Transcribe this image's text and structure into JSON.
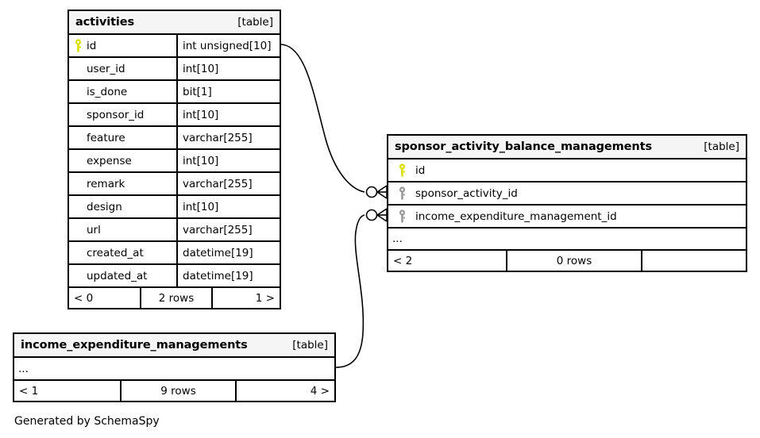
{
  "diagram": {
    "generator_credit": "Generated by SchemaSpy",
    "table_tag": "[table]",
    "ellipsis": "...",
    "colors": {
      "primary_key": "#dede00",
      "foreign_key": "#9a9a9a",
      "border": "#000000",
      "header_bg": "#f5f5f5",
      "background": "#ffffff"
    }
  },
  "tables": [
    {
      "id": "activities",
      "name": "activities",
      "tag": "[table]",
      "columns": [
        {
          "name": "id",
          "type": "int unsigned[10]",
          "key": "primary"
        },
        {
          "name": "user_id",
          "type": "int[10]",
          "key": "none"
        },
        {
          "name": "is_done",
          "type": "bit[1]",
          "key": "none"
        },
        {
          "name": "sponsor_id",
          "type": "int[10]",
          "key": "none"
        },
        {
          "name": "feature",
          "type": "varchar[255]",
          "key": "none"
        },
        {
          "name": "expense",
          "type": "int[10]",
          "key": "none"
        },
        {
          "name": "remark",
          "type": "varchar[255]",
          "key": "none"
        },
        {
          "name": "design",
          "type": "int[10]",
          "key": "none"
        },
        {
          "name": "url",
          "type": "varchar[255]",
          "key": "none"
        },
        {
          "name": "created_at",
          "type": "datetime[19]",
          "key": "none"
        },
        {
          "name": "updated_at",
          "type": "datetime[19]",
          "key": "none"
        }
      ],
      "footer": {
        "left": "< 0",
        "middle": "2 rows",
        "right": "1 >"
      }
    },
    {
      "id": "sponsor_activity_balance_managements",
      "name": "sponsor_activity_balance_managements",
      "tag": "[table]",
      "columns": [
        {
          "name": "id",
          "type": "",
          "key": "primary"
        },
        {
          "name": "sponsor_activity_id",
          "type": "",
          "key": "foreign"
        },
        {
          "name": "income_expenditure_management_id",
          "type": "",
          "key": "foreign"
        }
      ],
      "has_ellipsis_row": true,
      "footer": {
        "left": "< 2",
        "middle": "0 rows",
        "right": ""
      }
    },
    {
      "id": "income_expenditure_managements",
      "name": "income_expenditure_managements",
      "tag": "[table]",
      "columns": [],
      "has_ellipsis_row": true,
      "footer": {
        "left": "< 1",
        "middle": "9 rows",
        "right": "4 >"
      }
    }
  ],
  "relationships": [
    {
      "id": "activities-to-sponsor-activity-id",
      "from_table": "activities",
      "from_column": "id",
      "to_table": "sponsor_activity_balance_managements",
      "to_column": "sponsor_activity_id",
      "notation": "zero-or-many"
    },
    {
      "id": "income-expenditure-to-income-expenditure-management-id",
      "from_table": "income_expenditure_managements",
      "from_column": "...",
      "to_table": "sponsor_activity_balance_managements",
      "to_column": "income_expenditure_management_id",
      "notation": "zero-or-many"
    }
  ]
}
